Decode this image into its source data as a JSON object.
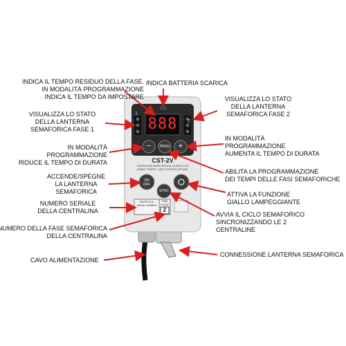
{
  "labels": {
    "tempo_residuo": "INDICA IL TEMPO RESIDUO DELLA FASE.\nIN MODALITÀ PROGRAMMAZIONE\nINDICA IL TEMPO DA IMPOSTARE",
    "batteria": "INDICA BATTERIA SCARICA",
    "stato_fase2": "VISUALIZZA LO STATO\nDELLA LANTERNA\nSEMAFORICA FASE 2",
    "stato_fase1": "VISUALIZZA LO STATO\nDELLA LANTERNA\nSEMAFORICA FASE 1",
    "aumenta": "IN MODALITÀ\nPROGRAMMAZIONE\nAUMENTA IL TEMPO DI DURATA",
    "riduce": "IN MODALITÀ\nPROGRAMMAZIONE\nRIDUCE IL TEMPO DI DURATA",
    "abilita": "ABILITA LA PROGRAMMAZIONE\nDEI TEMPI DELLE FASI SEMAFORICHE",
    "accende": "ACCENDE/SPEGNE\nLA LANTERNA\nSEMAFORICA",
    "giallo": "ATTIVA LA FUNZIONE\nGIALLO LAMPEGGIANTE",
    "seriale": "NUMERO SERIALE\nDELLA CENTRALINA",
    "sync": "AVVIA IL CICLO SEMAFORICO\nSINCRONIZZANDO LE 2\nCENTRALINE",
    "fase_num": "NUMERO DELLA FASE SEMAFORICA\nDELLA CENTRALINA",
    "connessione": "CONNESSIONE LANTERNA SEMAFORICA",
    "cavo": "CAVO ALIMENTAZIONE"
  },
  "device": {
    "model": "CST-2V",
    "subtitle": "CENTRALINA SEMAFORICA AL QUARZO A 2S\nMOBILE TRAFFIC LIGHT CONTROLLER UNIT",
    "display": "888",
    "btn_minus": "−",
    "btn_prog": "PROG",
    "btn_plus": "+",
    "btn_on": "ON\nOFF",
    "btn_sync": "SYNC",
    "phase1": "1",
    "phase2": "2",
    "serial_label": "MATRICOLA\nSERIAL NUMBER",
    "phase_label": "FASE\nPHASE",
    "phase_value": "2"
  },
  "colors": {
    "arrow": "#d81e1e",
    "panel": "#2b2b2b",
    "body": "#e6e6e6",
    "display": "#ff3030"
  }
}
